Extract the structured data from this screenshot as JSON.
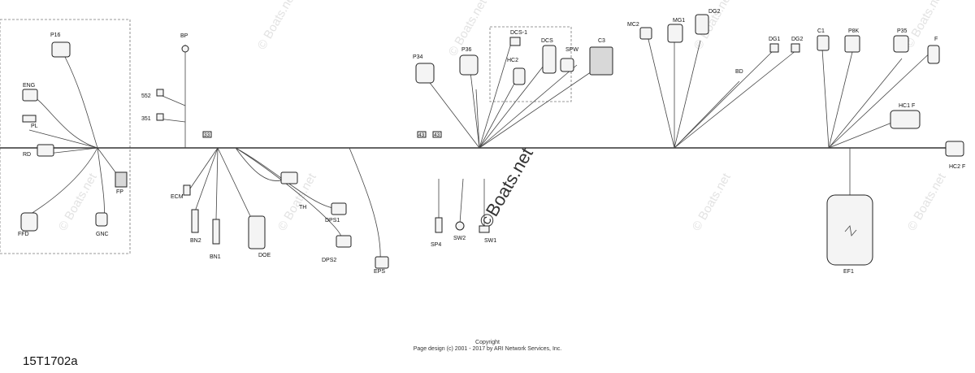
{
  "diagram_id": "15T1702a",
  "copyright": {
    "line1": "Copyright",
    "line2": "Page design (c) 2001 - 2017 by ARI Network Services, Inc."
  },
  "watermark": "© Boats.net",
  "watermark_center": "©Boats.net",
  "components": {
    "p16": "P16",
    "eng": "ENG",
    "pl": "PL",
    "rd": "RD",
    "ffd": "FFD",
    "gnc": "GNC",
    "fp": "FP",
    "bp": "BP",
    "s52": "552",
    "s51": "351",
    "ecm": "ECM",
    "bn1": "BN1",
    "bn2": "BN2",
    "doe": "DOE",
    "th": "TH",
    "dps1": "DPS1",
    "dps2": "DPS2",
    "eps": "EPS",
    "p34": "P34",
    "p36": "P36",
    "dcs1": "DCS-1",
    "dcs": "DCS",
    "hc2": "HC2",
    "spw": "SPW",
    "c3": "C3",
    "sp4": "SP4",
    "sw2": "SW2",
    "sw1": "SW1",
    "mc2": "MC2",
    "mg1": "MG1",
    "dg2": "DG2",
    "dg1": "DG1",
    "dg3": "DG2",
    "bd": "BD",
    "c1": "C1",
    "p8k": "P8K",
    "p35": "P35",
    "f": "F",
    "hc1": "HC1 F",
    "hc2r": "HC2 F",
    "ef1": "EF1"
  },
  "wire_tags": {
    "t1": "33",
    "t2": "43",
    "t3": "43"
  }
}
